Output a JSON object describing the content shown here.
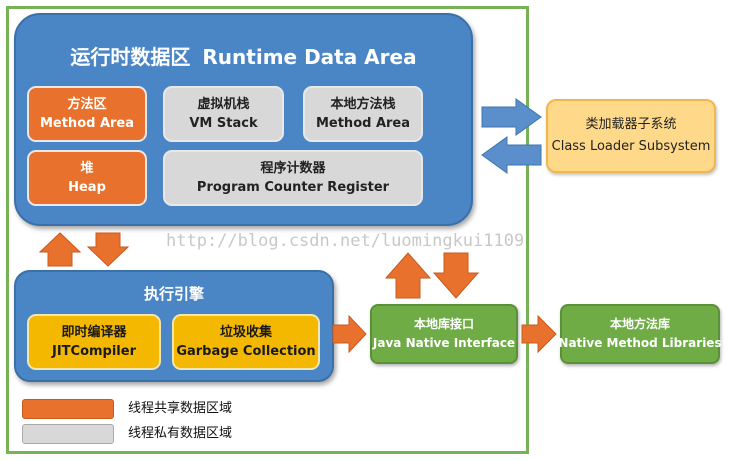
{
  "runtime_data_area": {
    "title_cn": "运行时数据区",
    "title_en": "Runtime Data Area",
    "method_area": {
      "cn": "方法区",
      "en": "Method Area"
    },
    "vm_stack": {
      "cn": "虚拟机栈",
      "en": "VM Stack"
    },
    "native_method_stack": {
      "cn": "本地方法栈",
      "en": "Method Area"
    },
    "heap": {
      "cn": "堆",
      "en": "Heap"
    },
    "program_counter": {
      "cn": "程序计数器",
      "en": "Program Counter Register"
    }
  },
  "class_loader": {
    "cn": "类加载器子系统",
    "en": "Class Loader Subsystem"
  },
  "execution_engine": {
    "title": "执行引擎",
    "jit": {
      "cn": "即时编译器",
      "en": "JITCompiler"
    },
    "gc": {
      "cn": "垃圾收集",
      "en": "Garbage Collection"
    }
  },
  "native_interface": {
    "cn": "本地库接口",
    "en": "Java Native Interface"
  },
  "native_libraries": {
    "cn": "本地方法库",
    "en": "Native Method Libraries"
  },
  "legend": [
    {
      "label": "线程共享数据区域",
      "color": "#e8722d"
    },
    {
      "label": "线程私有数据区域",
      "color": "#d8d8d8"
    }
  ],
  "watermark": "http://blog.csdn.net/luomingkui1109",
  "colors": {
    "blue_container": "#4a86c5",
    "arrow_blue": "#5b8fcb",
    "arrow_orange": "#e8722d",
    "shared_orange": "#e8722d",
    "private_gray": "#d8d8d8",
    "engine_gold": "#f5b800",
    "native_green": "#6fac46",
    "loader_yellow": "#ffd98a",
    "frame_green": "#77b256"
  }
}
